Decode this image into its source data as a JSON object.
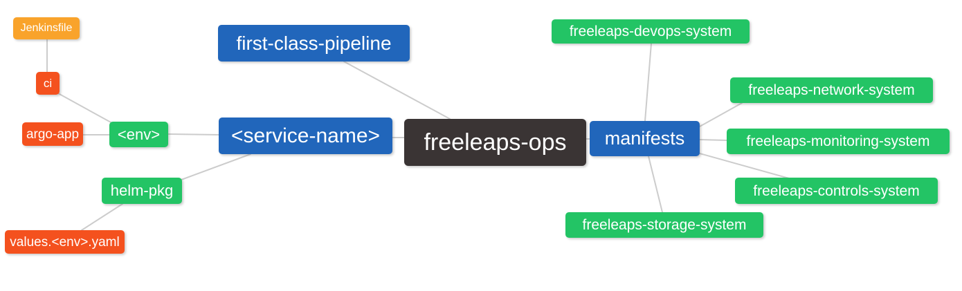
{
  "colors": {
    "blue": "#2166BB",
    "green": "#23C465",
    "orange": "#F9A32B",
    "red": "#F4511E",
    "dark": "#3A3434",
    "edge": "#CCCCCC",
    "background": "#FFFFFF",
    "node_text": "#FFFFFF"
  },
  "nodes": [
    {
      "id": "jenkinsfile",
      "label": "Jenkinsfile",
      "color_key": "orange"
    },
    {
      "id": "ci",
      "label": "ci",
      "color_key": "red"
    },
    {
      "id": "argo-app",
      "label": "argo-app",
      "color_key": "red"
    },
    {
      "id": "env",
      "label": "<env>",
      "color_key": "green"
    },
    {
      "id": "service-name",
      "label": "<service-name>",
      "color_key": "blue"
    },
    {
      "id": "first-class-pipeline",
      "label": "first-class-pipeline",
      "color_key": "blue"
    },
    {
      "id": "freeleaps-ops",
      "label": "freeleaps-ops",
      "color_key": "dark"
    },
    {
      "id": "manifests",
      "label": "manifests",
      "color_key": "blue"
    },
    {
      "id": "freeleaps-devops-system",
      "label": "freeleaps-devops-system",
      "color_key": "green"
    },
    {
      "id": "freeleaps-network-system",
      "label": "freeleaps-network-system",
      "color_key": "green"
    },
    {
      "id": "freeleaps-monitoring-system",
      "label": "freeleaps-monitoring-system",
      "color_key": "green"
    },
    {
      "id": "freeleaps-controls-system",
      "label": "freeleaps-controls-system",
      "color_key": "green"
    },
    {
      "id": "freeleaps-storage-system",
      "label": "freeleaps-storage-system",
      "color_key": "green"
    },
    {
      "id": "helm-pkg",
      "label": "helm-pkg",
      "color_key": "green"
    },
    {
      "id": "values-env-yaml",
      "label": "values.<env>.yaml",
      "color_key": "red"
    }
  ],
  "edges": [
    [
      "jenkinsfile",
      "ci"
    ],
    [
      "ci",
      "env"
    ],
    [
      "argo-app",
      "env"
    ],
    [
      "env",
      "service-name"
    ],
    [
      "service-name",
      "freeleaps-ops"
    ],
    [
      "first-class-pipeline",
      "freeleaps-ops"
    ],
    [
      "helm-pkg",
      "service-name"
    ],
    [
      "values-env-yaml",
      "helm-pkg"
    ],
    [
      "freeleaps-ops",
      "manifests"
    ],
    [
      "manifests",
      "freeleaps-devops-system"
    ],
    [
      "manifests",
      "freeleaps-network-system"
    ],
    [
      "manifests",
      "freeleaps-monitoring-system"
    ],
    [
      "manifests",
      "freeleaps-controls-system"
    ],
    [
      "manifests",
      "freeleaps-storage-system"
    ]
  ]
}
